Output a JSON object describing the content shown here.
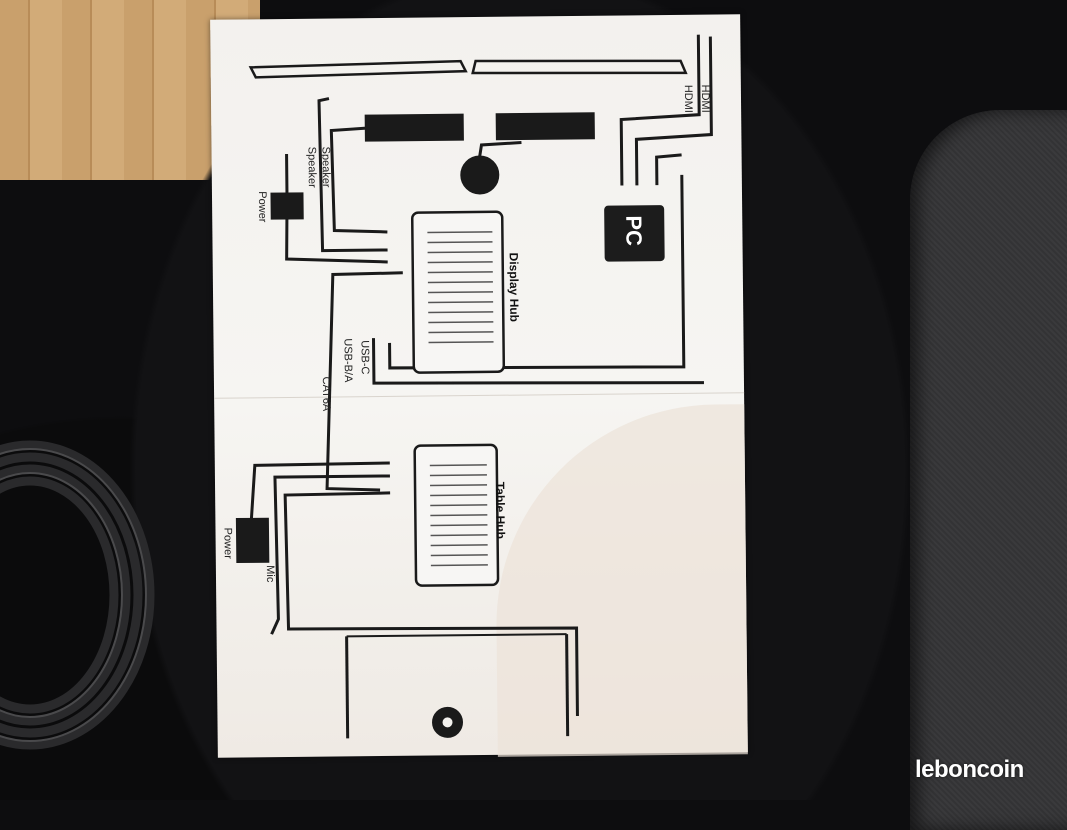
{
  "labels": {
    "hdmi_1": "HDMI",
    "hdmi_2": "HDMI",
    "speaker_1": "Speaker",
    "speaker_2": "Speaker",
    "power_top": "Power",
    "display_hub": "Display Hub",
    "pc": "PC",
    "usb_c": "USB-C",
    "usb_ba": "USB-B/A",
    "cat6a": "CAT6A",
    "table_hub": "Table Hub",
    "power_bottom": "Power",
    "mic": "Mic"
  },
  "watermark": "leboncoin",
  "colors": {
    "ink": "#1a1a1a",
    "paper": "#f3f1ee",
    "couch": "#121214",
    "watermark": "#ffffff"
  }
}
